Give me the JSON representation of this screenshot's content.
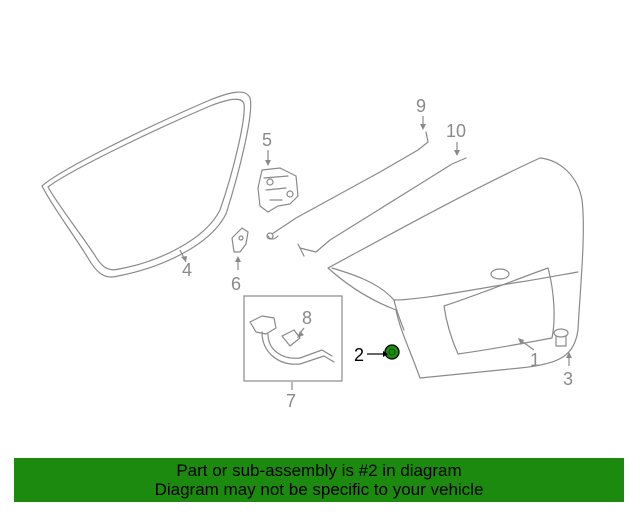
{
  "callouts": {
    "c1": "1",
    "c2": "2",
    "c3": "3",
    "c4": "4",
    "c5": "5",
    "c6": "6",
    "c7": "7",
    "c8": "8",
    "c9": "9",
    "c10": "10"
  },
  "highlight": {
    "part_number": "2",
    "color": "#1c8a0e"
  },
  "banner": {
    "line1": "Part or sub-assembly is #2 in diagram",
    "line2": "Diagram may not be specific to your vehicle",
    "background": "#1c8a0e"
  }
}
